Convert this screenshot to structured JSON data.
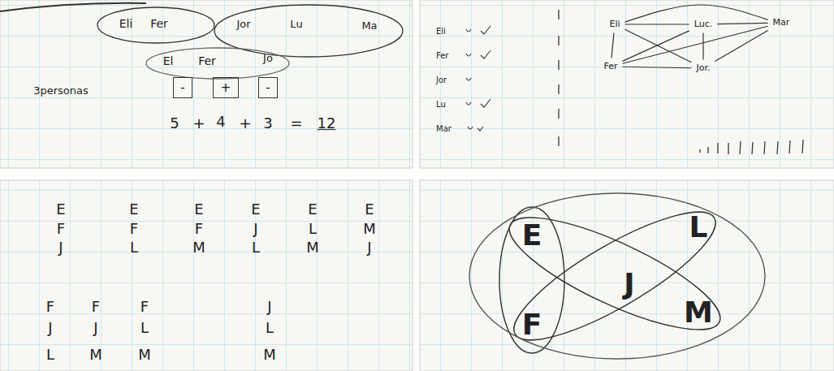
{
  "diagram": {
    "nodes": [
      {
        "text": [
          "-"
        ]
      },
      {
        "text": [
          "+"
        ]
      },
      {
        "text": [
          "-"
        ]
      },
      {
        "text": [
          "Eli"
        ]
      },
      {
        "text": [
          "Luc."
        ]
      },
      {
        "text": [
          "Mar"
        ]
      },
      {
        "text": [
          "Fer"
        ]
      },
      {
        "text": [
          "Jor."
        ]
      }
    ],
    "edges": [
      {
        "from": 3,
        "to": 4,
        "arrow": "none"
      },
      {
        "from": 3,
        "to": 5,
        "arrow": "none"
      },
      {
        "from": 4,
        "to": 5,
        "arrow": "none"
      },
      {
        "from": 3,
        "to": 6,
        "arrow": "none"
      },
      {
        "from": 3,
        "to": 7,
        "arrow": "none"
      },
      {
        "from": 4,
        "to": 6,
        "arrow": "none"
      },
      {
        "from": 4,
        "to": 7,
        "arrow": "none"
      },
      {
        "from": 5,
        "to": 6,
        "arrow": "none"
      },
      {
        "from": 5,
        "to": 7,
        "arrow": "none"
      },
      {
        "from": 6,
        "to": 7,
        "arrow": "none"
      }
    ],
    "labels": [
      "Eli",
      "Fer",
      "Jor",
      "Lu",
      "Ma",
      "El",
      "Fer",
      "Jo",
      "3personas",
      "5",
      "+",
      "4",
      "+",
      "3",
      "=",
      "12",
      "Eli",
      "Fer",
      "Jor",
      "Lu",
      "Mar",
      "E",
      "E",
      "E",
      "E",
      "E",
      "E",
      "F",
      "F",
      "F",
      "J",
      "L",
      "M",
      "J",
      "L",
      "M",
      "L",
      "M",
      "J",
      "F",
      "F",
      "F",
      "J",
      "J",
      "J",
      "L",
      "L",
      "L",
      "M",
      "M",
      "M",
      "E",
      "L",
      "J",
      "F",
      "M"
    ]
  }
}
